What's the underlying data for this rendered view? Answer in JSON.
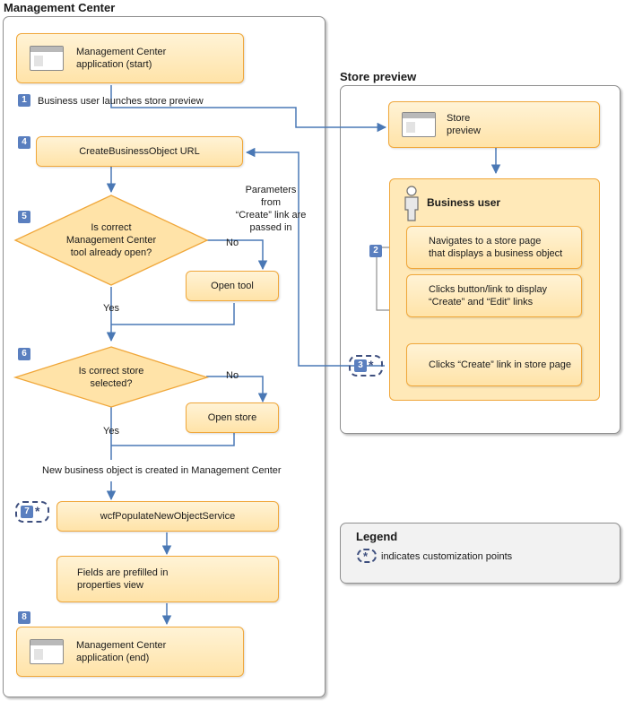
{
  "lanes": {
    "management_center": "Management Center",
    "store_preview": "Store preview"
  },
  "nodes": {
    "mc_start": "Management Center\napplication (start)",
    "create_url": "CreateBusinessObject URL",
    "decision_tool": "Is correct\nManagement Center\ntool already open?",
    "open_tool": "Open tool",
    "decision_store": "Is correct store\nselected?",
    "open_store": "Open store",
    "populate_service": "wcfPopulateNewObjectService",
    "fields_prefilled": "Fields are prefilled in\nproperties view",
    "mc_end": "Management Center\napplication (end)",
    "store_preview_box": "Store\npreview",
    "business_user": "Business user",
    "navigate": "Navigates to a store page\nthat displays a business object",
    "clicks_button": "Clicks button/link to display\n“Create” and “Edit” links",
    "clicks_create": "Clicks “Create” link in store page"
  },
  "steps": [
    "1",
    "2",
    "3",
    "4",
    "5",
    "6",
    "7",
    "8"
  ],
  "edge_labels": {
    "launch": "Business user launches store preview",
    "params": "Parameters from\n“Create” link are\npassed in",
    "no1": "No",
    "yes1": "Yes",
    "no2": "No",
    "yes2": "Yes",
    "new_obj": "New business object is created in Management Center"
  },
  "legend": {
    "title": "Legend",
    "star": "*",
    "text": "indicates customization points"
  },
  "colors": {
    "box_fill": "#ffe3a8",
    "box_border": "#f0a73a",
    "arrow": "#4a78b5",
    "step_badge": "#5a7fbf"
  }
}
